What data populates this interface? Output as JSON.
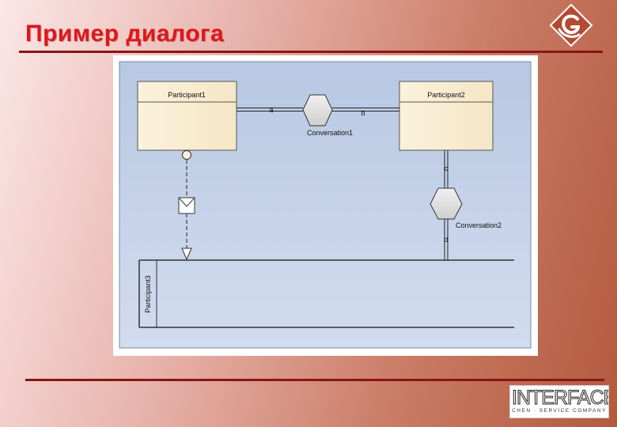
{
  "slide": {
    "title": "Пример диалога"
  },
  "branding": {
    "logo_text": "INTERFACE",
    "logo_subtitle": "CHEN · SERVICE COMPANY",
    "title_color": "#e0161b",
    "rule_color": "#8a1414"
  },
  "diagram": {
    "participants": [
      {
        "id": "participant1",
        "label": "Participant1"
      },
      {
        "id": "participant2",
        "label": "Participant2"
      },
      {
        "id": "participant3",
        "label": "Participant3"
      }
    ],
    "conversations": [
      {
        "id": "conversation1",
        "label": "Conversation1"
      },
      {
        "id": "conversation2",
        "label": "Conversation2"
      }
    ],
    "links": [
      {
        "id": "a",
        "label": "a"
      },
      {
        "id": "b",
        "label": "b"
      },
      {
        "id": "c",
        "label": "c"
      },
      {
        "id": "d",
        "label": "d"
      }
    ],
    "colors": {
      "canvas": "#c3d1e7",
      "participant_fill": "#fbf1d9",
      "hexagon_fill": "#dcdcdc",
      "line": "#222222"
    }
  }
}
